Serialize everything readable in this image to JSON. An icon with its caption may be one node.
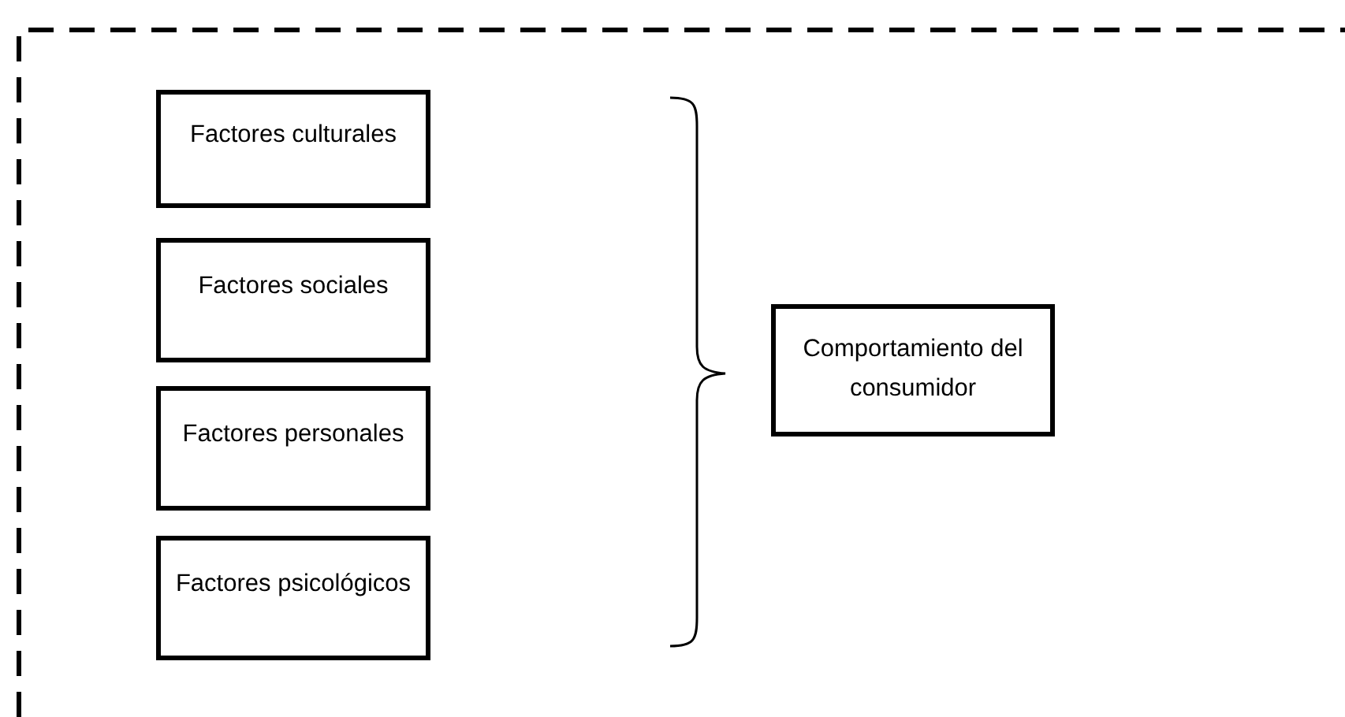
{
  "diagram": {
    "nodes": [
      {
        "text": [
          "Factores culturales"
        ]
      },
      {
        "text": [
          "Factores sociales"
        ]
      },
      {
        "text": [
          "Factores personales"
        ]
      },
      {
        "text": [
          "Factores psicológicos"
        ]
      },
      {
        "text": [
          "Comportamiento del consumidor"
        ]
      }
    ]
  }
}
